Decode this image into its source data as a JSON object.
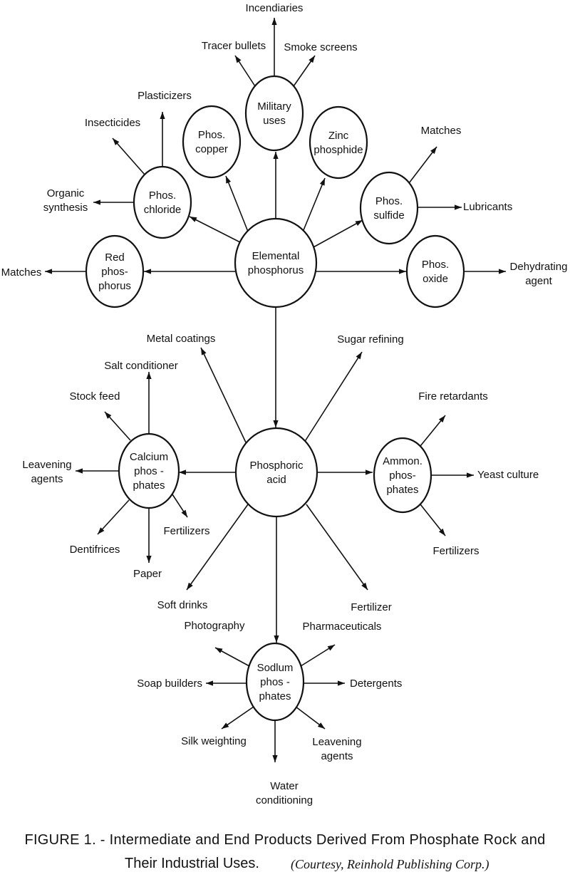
{
  "nodes": {
    "elemental": [
      "Elemental",
      "phosphorus"
    ],
    "phosphoric": [
      "Phosphoric",
      "acid"
    ],
    "military": [
      "Military",
      "uses"
    ],
    "phos_copper": [
      "Phos.",
      "copper"
    ],
    "zinc": [
      "Zinc",
      "phosphide"
    ],
    "phos_chloride": [
      "Phos.",
      "chloride"
    ],
    "phos_sulfide": [
      "Phos.",
      "sulfide"
    ],
    "red_phos": [
      "Red",
      "phos-",
      "phorus"
    ],
    "phos_oxide": [
      "Phos.",
      "oxide"
    ],
    "calcium": [
      "Calcium",
      "phos -",
      "phates"
    ],
    "ammon": [
      "Ammon.",
      "phos-",
      "phates"
    ],
    "sodium": [
      "Sodlum",
      "phos -",
      "phates"
    ]
  },
  "labels": {
    "incendiaries": [
      "Incendiaries"
    ],
    "tracer": [
      "Tracer bullets"
    ],
    "smoke": [
      "Smoke screens"
    ],
    "plasticizers": [
      "Plasticizers"
    ],
    "insecticides": [
      "Insecticides"
    ],
    "organic": [
      "Organic",
      "synthesis"
    ],
    "matches_top": [
      "Matches"
    ],
    "lubricants": [
      "Lubricants"
    ],
    "matches_left": [
      "Matches"
    ],
    "dehydrating": [
      "Dehydrating",
      "agent"
    ],
    "metal_coatings": [
      "Metal coatings"
    ],
    "sugar": [
      "Sugar refining"
    ],
    "salt": [
      "Salt conditioner"
    ],
    "stock": [
      "Stock feed"
    ],
    "leavening_left": [
      "Leavening",
      "agents"
    ],
    "dentifrices": [
      "Dentifrices"
    ],
    "paper": [
      "Paper"
    ],
    "fertilizers_calc": [
      "Fertilizers"
    ],
    "fire": [
      "Fire retardants"
    ],
    "yeast": [
      "Yeast culture"
    ],
    "fertilizers_amm": [
      "Fertilizers"
    ],
    "soft_drinks": [
      "Soft drinks"
    ],
    "fertilizer": [
      "Fertilizer"
    ],
    "photography": [
      "Photography"
    ],
    "pharma": [
      "Pharmaceuticals"
    ],
    "soap": [
      "Soap builders"
    ],
    "detergents": [
      "Detergents"
    ],
    "silk": [
      "Silk weighting"
    ],
    "leavening_bottom": [
      "Leavening",
      "agents"
    ],
    "water": [
      "Water",
      "conditioning"
    ]
  },
  "caption": {
    "line1": "FIGURE 1. - Intermediate and End Products Derived From Phosphate Rock and",
    "line2": "Their Industrial Uses.",
    "courtesy": "(Courtesy, Reinhold Publishing Corp.)"
  }
}
